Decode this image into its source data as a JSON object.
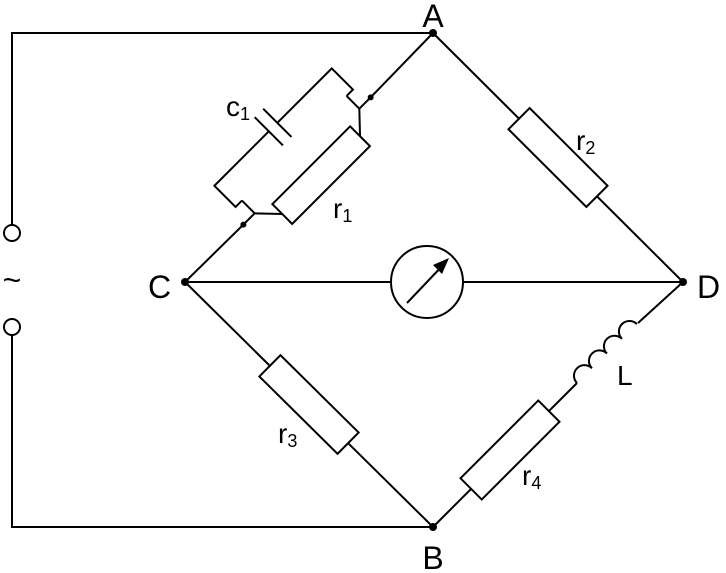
{
  "nodes": {
    "a": "A",
    "b": "B",
    "c": "C",
    "d": "D"
  },
  "source_symbol": "~",
  "components": {
    "c1": {
      "main": "c",
      "sub": "1"
    },
    "r1": {
      "main": "r",
      "sub": "1"
    },
    "r2": {
      "main": "r",
      "sub": "2"
    },
    "r3": {
      "main": "r",
      "sub": "3"
    },
    "r4": {
      "main": "r",
      "sub": "4"
    },
    "l": {
      "main": "L"
    }
  }
}
